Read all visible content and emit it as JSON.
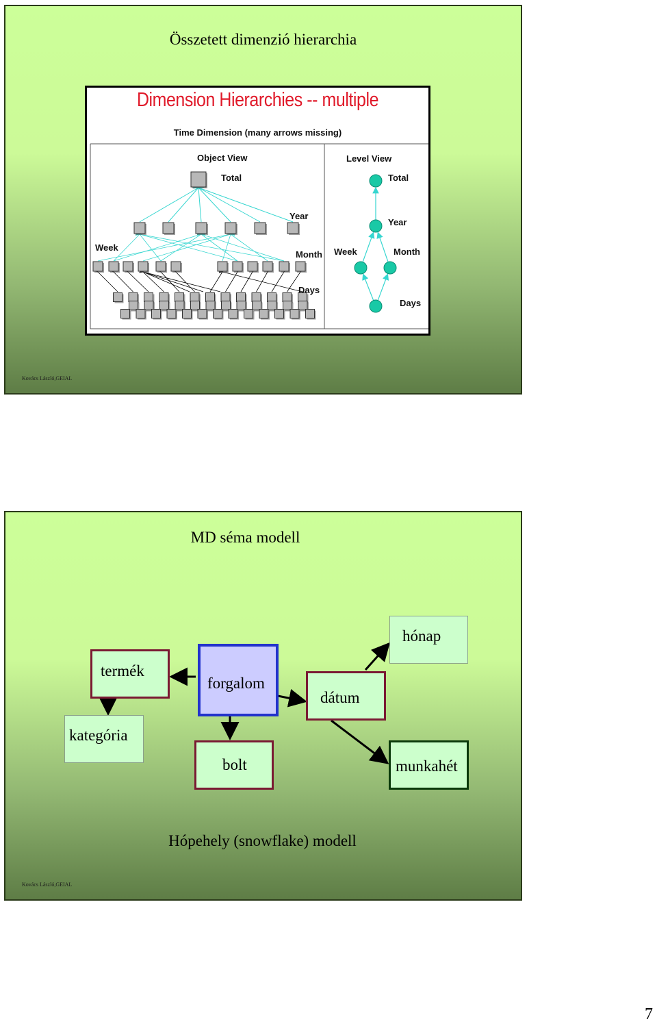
{
  "slide1": {
    "title": "Összetett dimenzió hierarchia",
    "figure": {
      "title": "Dimension Hierarchies -- multiple",
      "subtitle": "Time Dimension (many arrows missing)",
      "object_view": {
        "heading": "Object View",
        "labels": {
          "total": "Total",
          "year": "Year",
          "week": "Week",
          "month": "Month",
          "days": "Days"
        }
      },
      "level_view": {
        "heading": "Level View",
        "labels": {
          "total": "Total",
          "year": "Year",
          "week": "Week",
          "month": "Month",
          "days": "Days"
        }
      },
      "colors": {
        "node_box": "#b8b8b8",
        "node_circle": "#19c9a6",
        "edge": "#36d6d0",
        "arrow": "#000000"
      }
    },
    "footer": "Kovács László,GEIAL"
  },
  "slide2": {
    "title": "MD séma modell",
    "nodes": {
      "termek": "termék",
      "forgalom": "forgalom",
      "datum": "dátum",
      "honap": "hónap",
      "kategoria": "kategória",
      "bolt": "bolt",
      "munkahet": "munkahét"
    },
    "caption": "Hópehely  (snowflake) modell",
    "footer": "Kovács László,GEIAL",
    "colors": {
      "box_fill": "#ccffcc",
      "fact_fill": "#ccccff",
      "fact_border": "#2233cc",
      "dim_border": "#7a1a33",
      "munkahet_border": "#0a3a0a"
    }
  },
  "page_number": "7"
}
